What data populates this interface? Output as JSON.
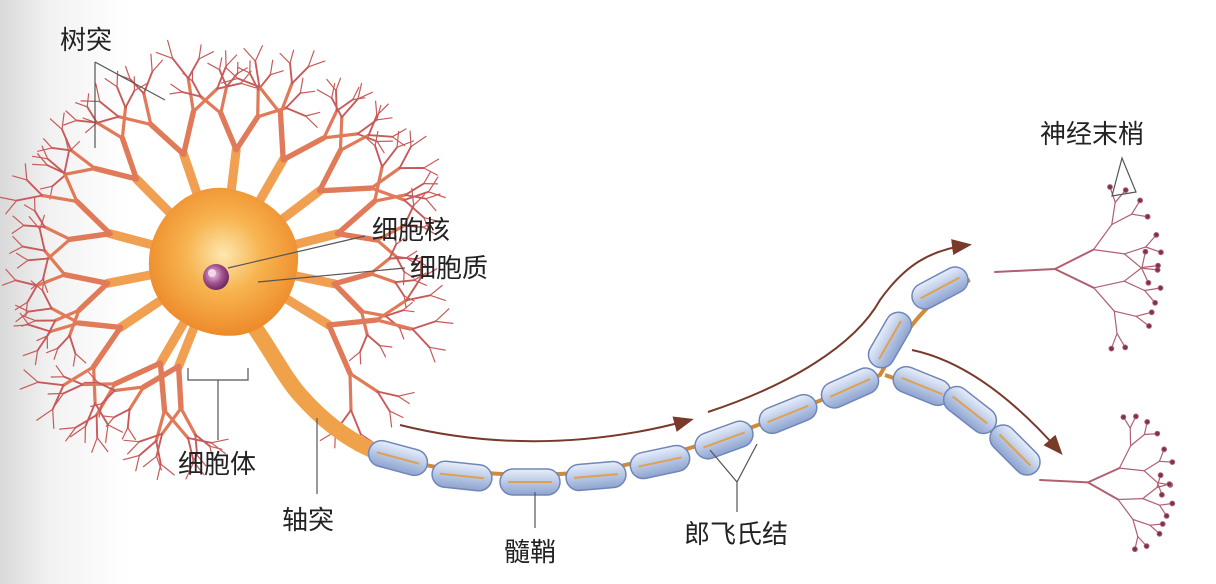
{
  "labels": {
    "dendrite": "树突",
    "nucleus": "细胞核",
    "cytoplasm": "细胞质",
    "cell_body": "细胞体",
    "axon": "轴突",
    "myelin_sheath": "髓鞘",
    "node_of_ranvier": "郎飞氏结",
    "nerve_ending": "神经末梢"
  },
  "colors": {
    "soma": "#f4a23a",
    "soma_glow": "#fbd48a",
    "dendrite_base": "#f0a050",
    "dendrite_tip": "#c85a5a",
    "nucleus": "#a0508c",
    "myelin": "#b9c9e6",
    "myelin_edge": "#6f86b8",
    "axon_core": "#d08a3a",
    "terminal": "#b06070",
    "arrow": "#7a3a2a",
    "leader": "#555555"
  }
}
